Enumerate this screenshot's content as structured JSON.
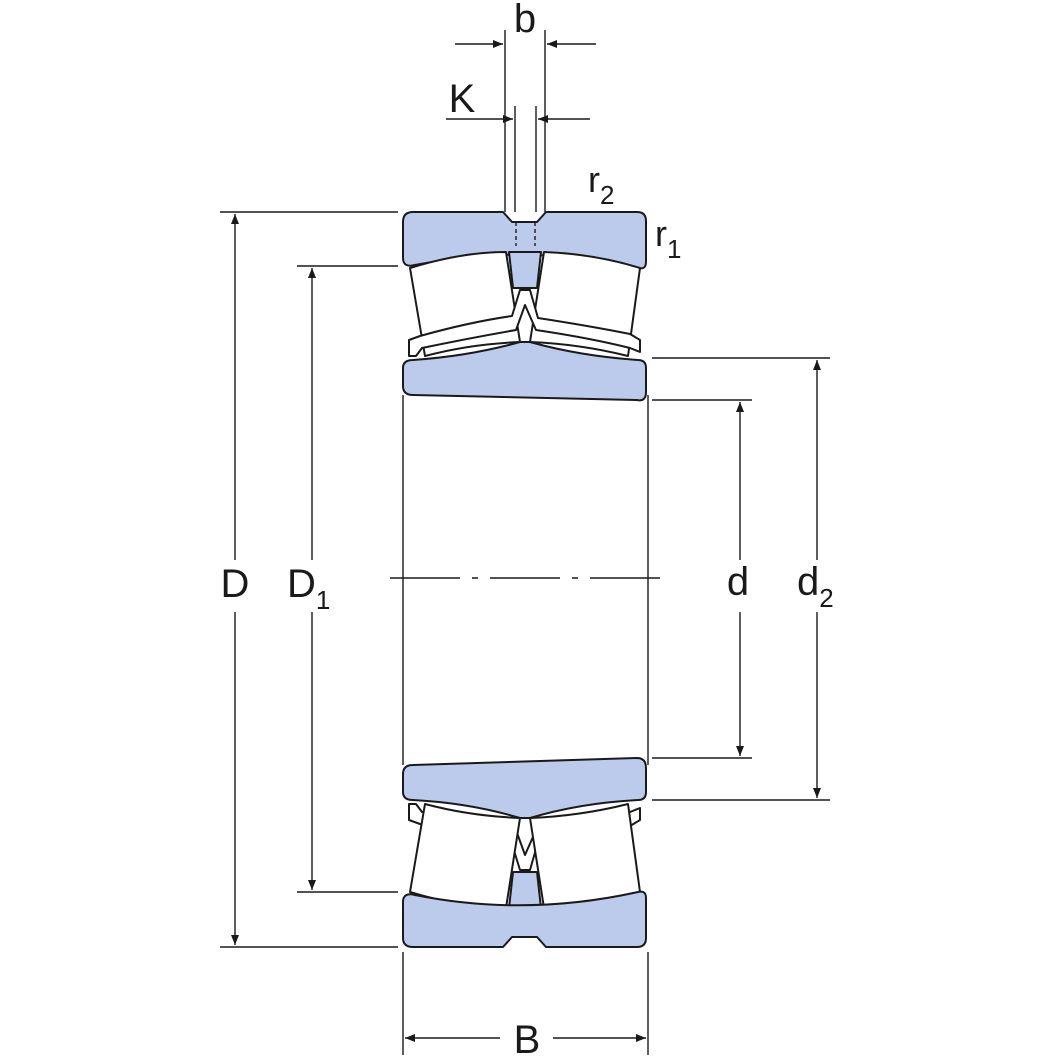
{
  "colors": {
    "ring_fill": "#bccbec",
    "line": "#1a1a1a",
    "cage_fill": "#ffffff",
    "background": "#ffffff"
  },
  "labels": {
    "b": "b",
    "K": "K",
    "r2_main": "r",
    "r2_sub": "2",
    "r1_main": "r",
    "r1_sub": "1",
    "D": "D",
    "D1_main": "D",
    "D1_sub": "1",
    "d": "d",
    "d2_main": "d",
    "d2_sub": "2",
    "B": "B"
  }
}
